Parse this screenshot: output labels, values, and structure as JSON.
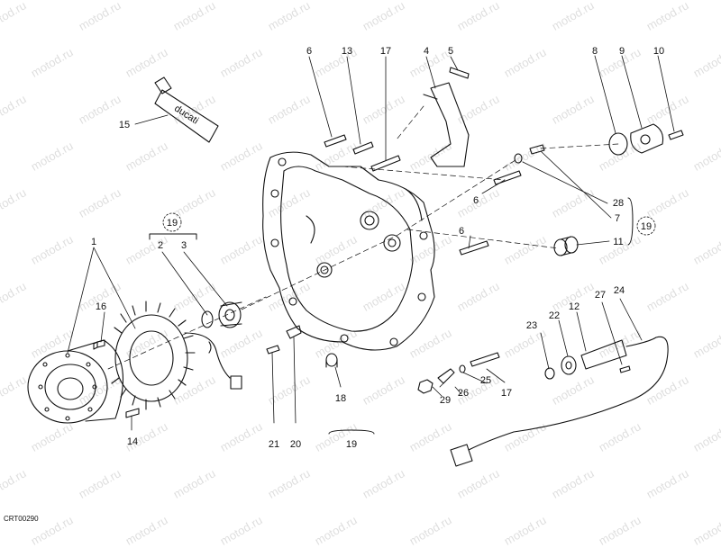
{
  "watermark_text": "motod.ru",
  "drawing_code": "CRT00290",
  "parts": [
    {
      "key": "p1",
      "text": "1"
    },
    {
      "key": "p2",
      "text": "2"
    },
    {
      "key": "p3",
      "text": "3"
    },
    {
      "key": "p4",
      "text": "4"
    },
    {
      "key": "p5",
      "text": "5"
    },
    {
      "key": "p6a",
      "text": "6"
    },
    {
      "key": "p6b",
      "text": "6"
    },
    {
      "key": "p6c",
      "text": "6"
    },
    {
      "key": "p7",
      "text": "7"
    },
    {
      "key": "p8",
      "text": "8"
    },
    {
      "key": "p9",
      "text": "9"
    },
    {
      "key": "p10",
      "text": "10"
    },
    {
      "key": "p11",
      "text": "11"
    },
    {
      "key": "p12",
      "text": "12"
    },
    {
      "key": "p13",
      "text": "13"
    },
    {
      "key": "p14",
      "text": "14"
    },
    {
      "key": "p15",
      "text": "15"
    },
    {
      "key": "p16",
      "text": "16"
    },
    {
      "key": "p17a",
      "text": "17"
    },
    {
      "key": "p17b",
      "text": "17"
    },
    {
      "key": "p18",
      "text": "18"
    },
    {
      "key": "p19a",
      "text": "19"
    },
    {
      "key": "p19b",
      "text": "19"
    },
    {
      "key": "p19c",
      "text": "19"
    },
    {
      "key": "p20",
      "text": "20"
    },
    {
      "key": "p21",
      "text": "21"
    },
    {
      "key": "p22",
      "text": "22"
    },
    {
      "key": "p23",
      "text": "23"
    },
    {
      "key": "p24",
      "text": "24"
    },
    {
      "key": "p25",
      "text": "25"
    },
    {
      "key": "p26",
      "text": "26"
    },
    {
      "key": "p27",
      "text": "27"
    },
    {
      "key": "p28",
      "text": "28"
    },
    {
      "key": "p29",
      "text": "29"
    }
  ],
  "tube_text": "ducati"
}
